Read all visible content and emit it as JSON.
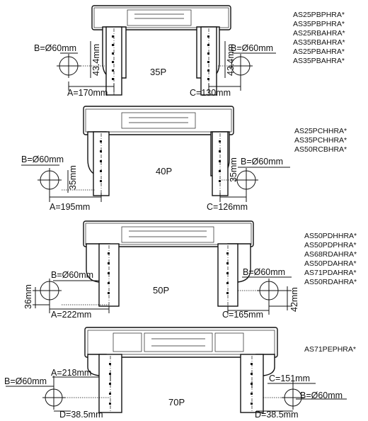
{
  "sections": [
    {
      "id": "35p",
      "power_label": "35P",
      "dim_a": "A=170mm",
      "dim_c": "C=130mm",
      "hole_left": "B=Ø60mm",
      "hole_right": "B=Ø60mm",
      "vert_left": "43.4mm",
      "vert_right": "43.4mm",
      "models": [
        "AS25PBPHRA*",
        "AS35PBPHRA*",
        "AS25RBAHRA*",
        "AS35RBAHRA*",
        "AS25PBAHRA*",
        "AS35PBAHRA*"
      ]
    },
    {
      "id": "40p",
      "power_label": "40P",
      "dim_a": "A=195mm",
      "dim_c": "C=126mm",
      "hole_left": "B=Ø60mm",
      "hole_right": "B=Ø60mm",
      "vert_left": "35mm",
      "vert_right": "35mm",
      "models": [
        "AS25PCHHRA*",
        "AS35PCHHRA*",
        "AS50RCBHRA*"
      ]
    },
    {
      "id": "50p",
      "power_label": "50P",
      "dim_a": "A=222mm",
      "dim_c": "C=165mm",
      "hole_left": "B=Ø60mm",
      "hole_right": "B=Ø60mm",
      "vert_left": "36mm",
      "vert_right": "42mm",
      "models": [
        "AS50PDHHRA*",
        "AS50PDPHRA*",
        "AS68RDAHRA*",
        "AS50PDAHRA*",
        "AS71PDAHRA*",
        "AS50RDAHRA*"
      ]
    },
    {
      "id": "70p",
      "power_label": "70P",
      "dim_a": "A=218mm",
      "dim_c": "C=151mm",
      "hole_left": "B=Ø60mm",
      "hole_right": "B=Ø60mm",
      "dim_d_left": "D=38.5mm",
      "dim_d_right": "D=38.5mm",
      "models": [
        "AS71PEPHRA*"
      ]
    }
  ]
}
